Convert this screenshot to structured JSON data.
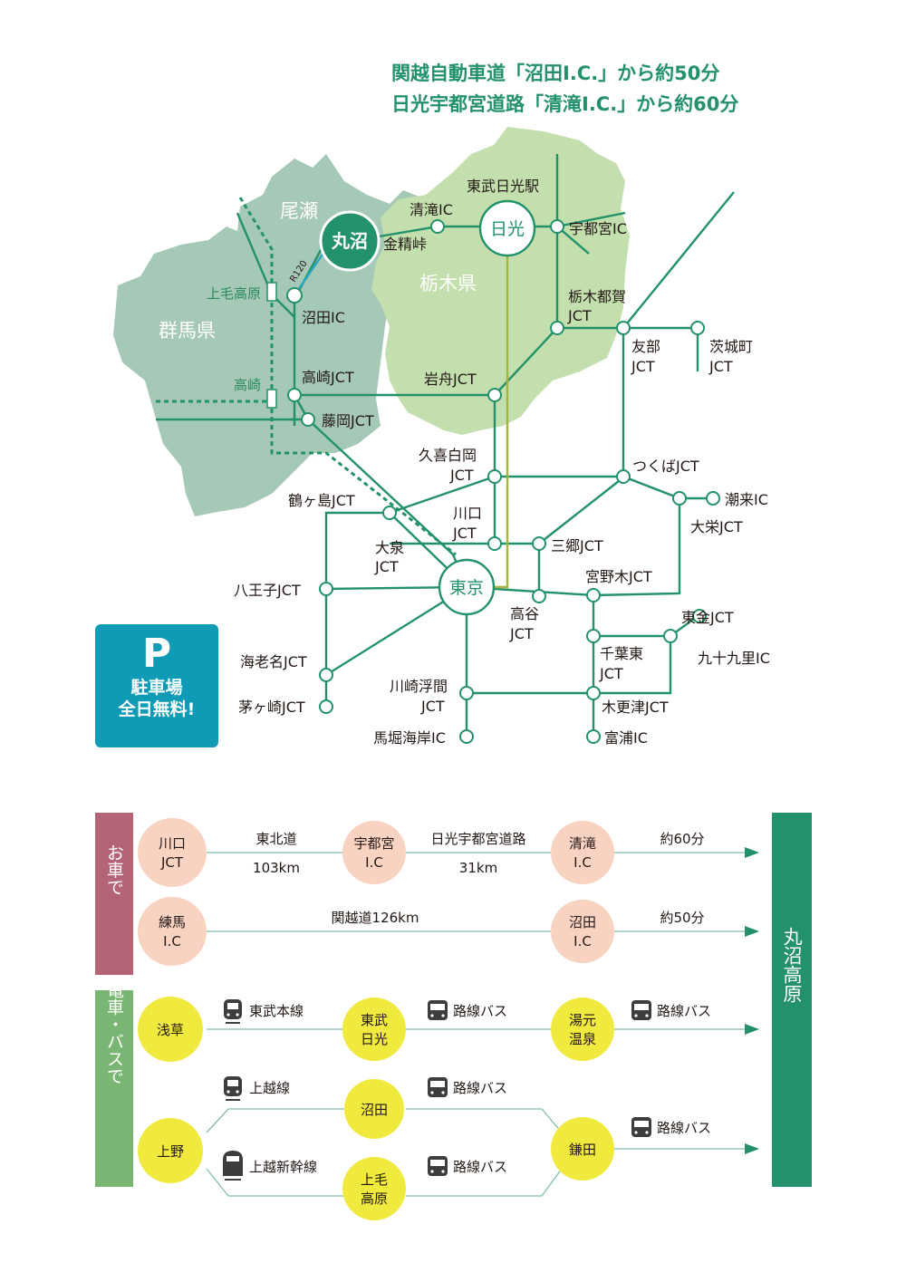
{
  "headline": {
    "line1": "関越自動車道「沼田I.C.」から約50分",
    "line2": "日光宇都宮道路「清滝I.C.」から約60分"
  },
  "prefectures": {
    "gunma": "群馬県",
    "tochigi": "栃木県",
    "oze": "尾瀬"
  },
  "cities": {
    "marunuma": "丸沼",
    "nikko": "日光",
    "tokyo": "東京"
  },
  "stations": {
    "kamimoukougen": "上毛高原",
    "takasaki": "高崎"
  },
  "map_labels": {
    "r120": "R120",
    "kiyotaki_ic": "清滝IC",
    "tobu_nikko_eki": "東武日光駅",
    "konseitouge": "金精峠",
    "utsunomiya_ic": "宇都宮IC",
    "numata_ic": "沼田IC",
    "tochigitsuga_1": "栃木都賀",
    "tochigitsuga_2": "JCT",
    "tomobe_1": "友部",
    "tomobe_2": "JCT",
    "ibarakimachi_1": "茨城町",
    "ibarakimachi_2": "JCT",
    "takasaki_jct": "高崎JCT",
    "iwafune_jct": "岩舟JCT",
    "fujioka_jct": "藤岡JCT",
    "kukishiraoka_1": "久喜白岡",
    "kukishiraoka_2": "JCT",
    "tsukuba_jct": "つくばJCT",
    "itako_ic": "潮来IC",
    "tsurugashima_jct": "鶴ヶ島JCT",
    "kawaguchi_1": "川口",
    "kawaguchi_2": "JCT",
    "oosakae_jct": "大栄JCT",
    "oizumi_1": "大泉",
    "oizumi_2": "JCT",
    "misato_jct": "三郷JCT",
    "miyanogi_jct": "宮野木JCT",
    "hachioji_jct": "八王子JCT",
    "takaya_1": "高谷",
    "takaya_2": "JCT",
    "togane_jct": "東金JCT",
    "kujukuri_ic": "九十九里IC",
    "ebina_jct": "海老名JCT",
    "chibahigashi_1": "千葉東",
    "chibahigashi_2": "JCT",
    "kawasakiukishima_1": "川崎浮間",
    "kawasakiukishima_2": "JCT",
    "chigasaki_jct": "茅ヶ崎JCT",
    "kisarazu_jct": "木更津JCT",
    "umahorikaigan_ic": "馬堀海岸IC",
    "futtsu_ic": "富浦IC"
  },
  "parking": {
    "letter": "P",
    "line1": "駐車場",
    "line2": "全日無料!"
  },
  "routes": {
    "car_label": "お車で",
    "train_label": "電車・バスで",
    "destination": "丸沼高原",
    "car1": {
      "from_1": "川口",
      "from_2": "JCT",
      "seg1_name": "東北道",
      "seg1_dist": "103km",
      "mid_1": "宇都宮",
      "mid_2": "I.C",
      "seg2_name": "日光宇都宮道路",
      "seg2_dist": "31km",
      "to_1": "清滝",
      "to_2": "I.C",
      "time": "約60分"
    },
    "car2": {
      "from_1": "練馬",
      "from_2": "I.C",
      "seg_name": "関越道126km",
      "to_1": "沼田",
      "to_2": "I.C",
      "time": "約50分"
    },
    "train1": {
      "from": "浅草",
      "seg1": "東武本線",
      "mid_1": "東武",
      "mid_2": "日光",
      "seg2": "路線バス",
      "to_1": "湯元",
      "to_2": "温泉",
      "seg3": "路線バス"
    },
    "train2": {
      "from": "上野",
      "seg_upper": "上越線",
      "mid_upper": "沼田",
      "seg_upper_bus": "路線バス",
      "seg_lower": "上越新幹線",
      "mid_lower_1": "上毛",
      "mid_lower_2": "高原",
      "seg_lower_bus": "路線バス",
      "to": "鎌田",
      "seg_final": "路線バス"
    }
  },
  "colors": {
    "brand_green": "#23916a",
    "gunma_fill": "#a6c8b6",
    "tochigi_fill": "#c4dfae",
    "car_bar": "#b56478",
    "train_bar": "#7ab673",
    "car_circle": "#f9d3c2",
    "train_circle": "#f1ea3e",
    "parking_blue": "#0f9bb5"
  },
  "icons": [
    "train-icon",
    "bus-icon",
    "shinkansen-icon",
    "arrow-icon"
  ]
}
